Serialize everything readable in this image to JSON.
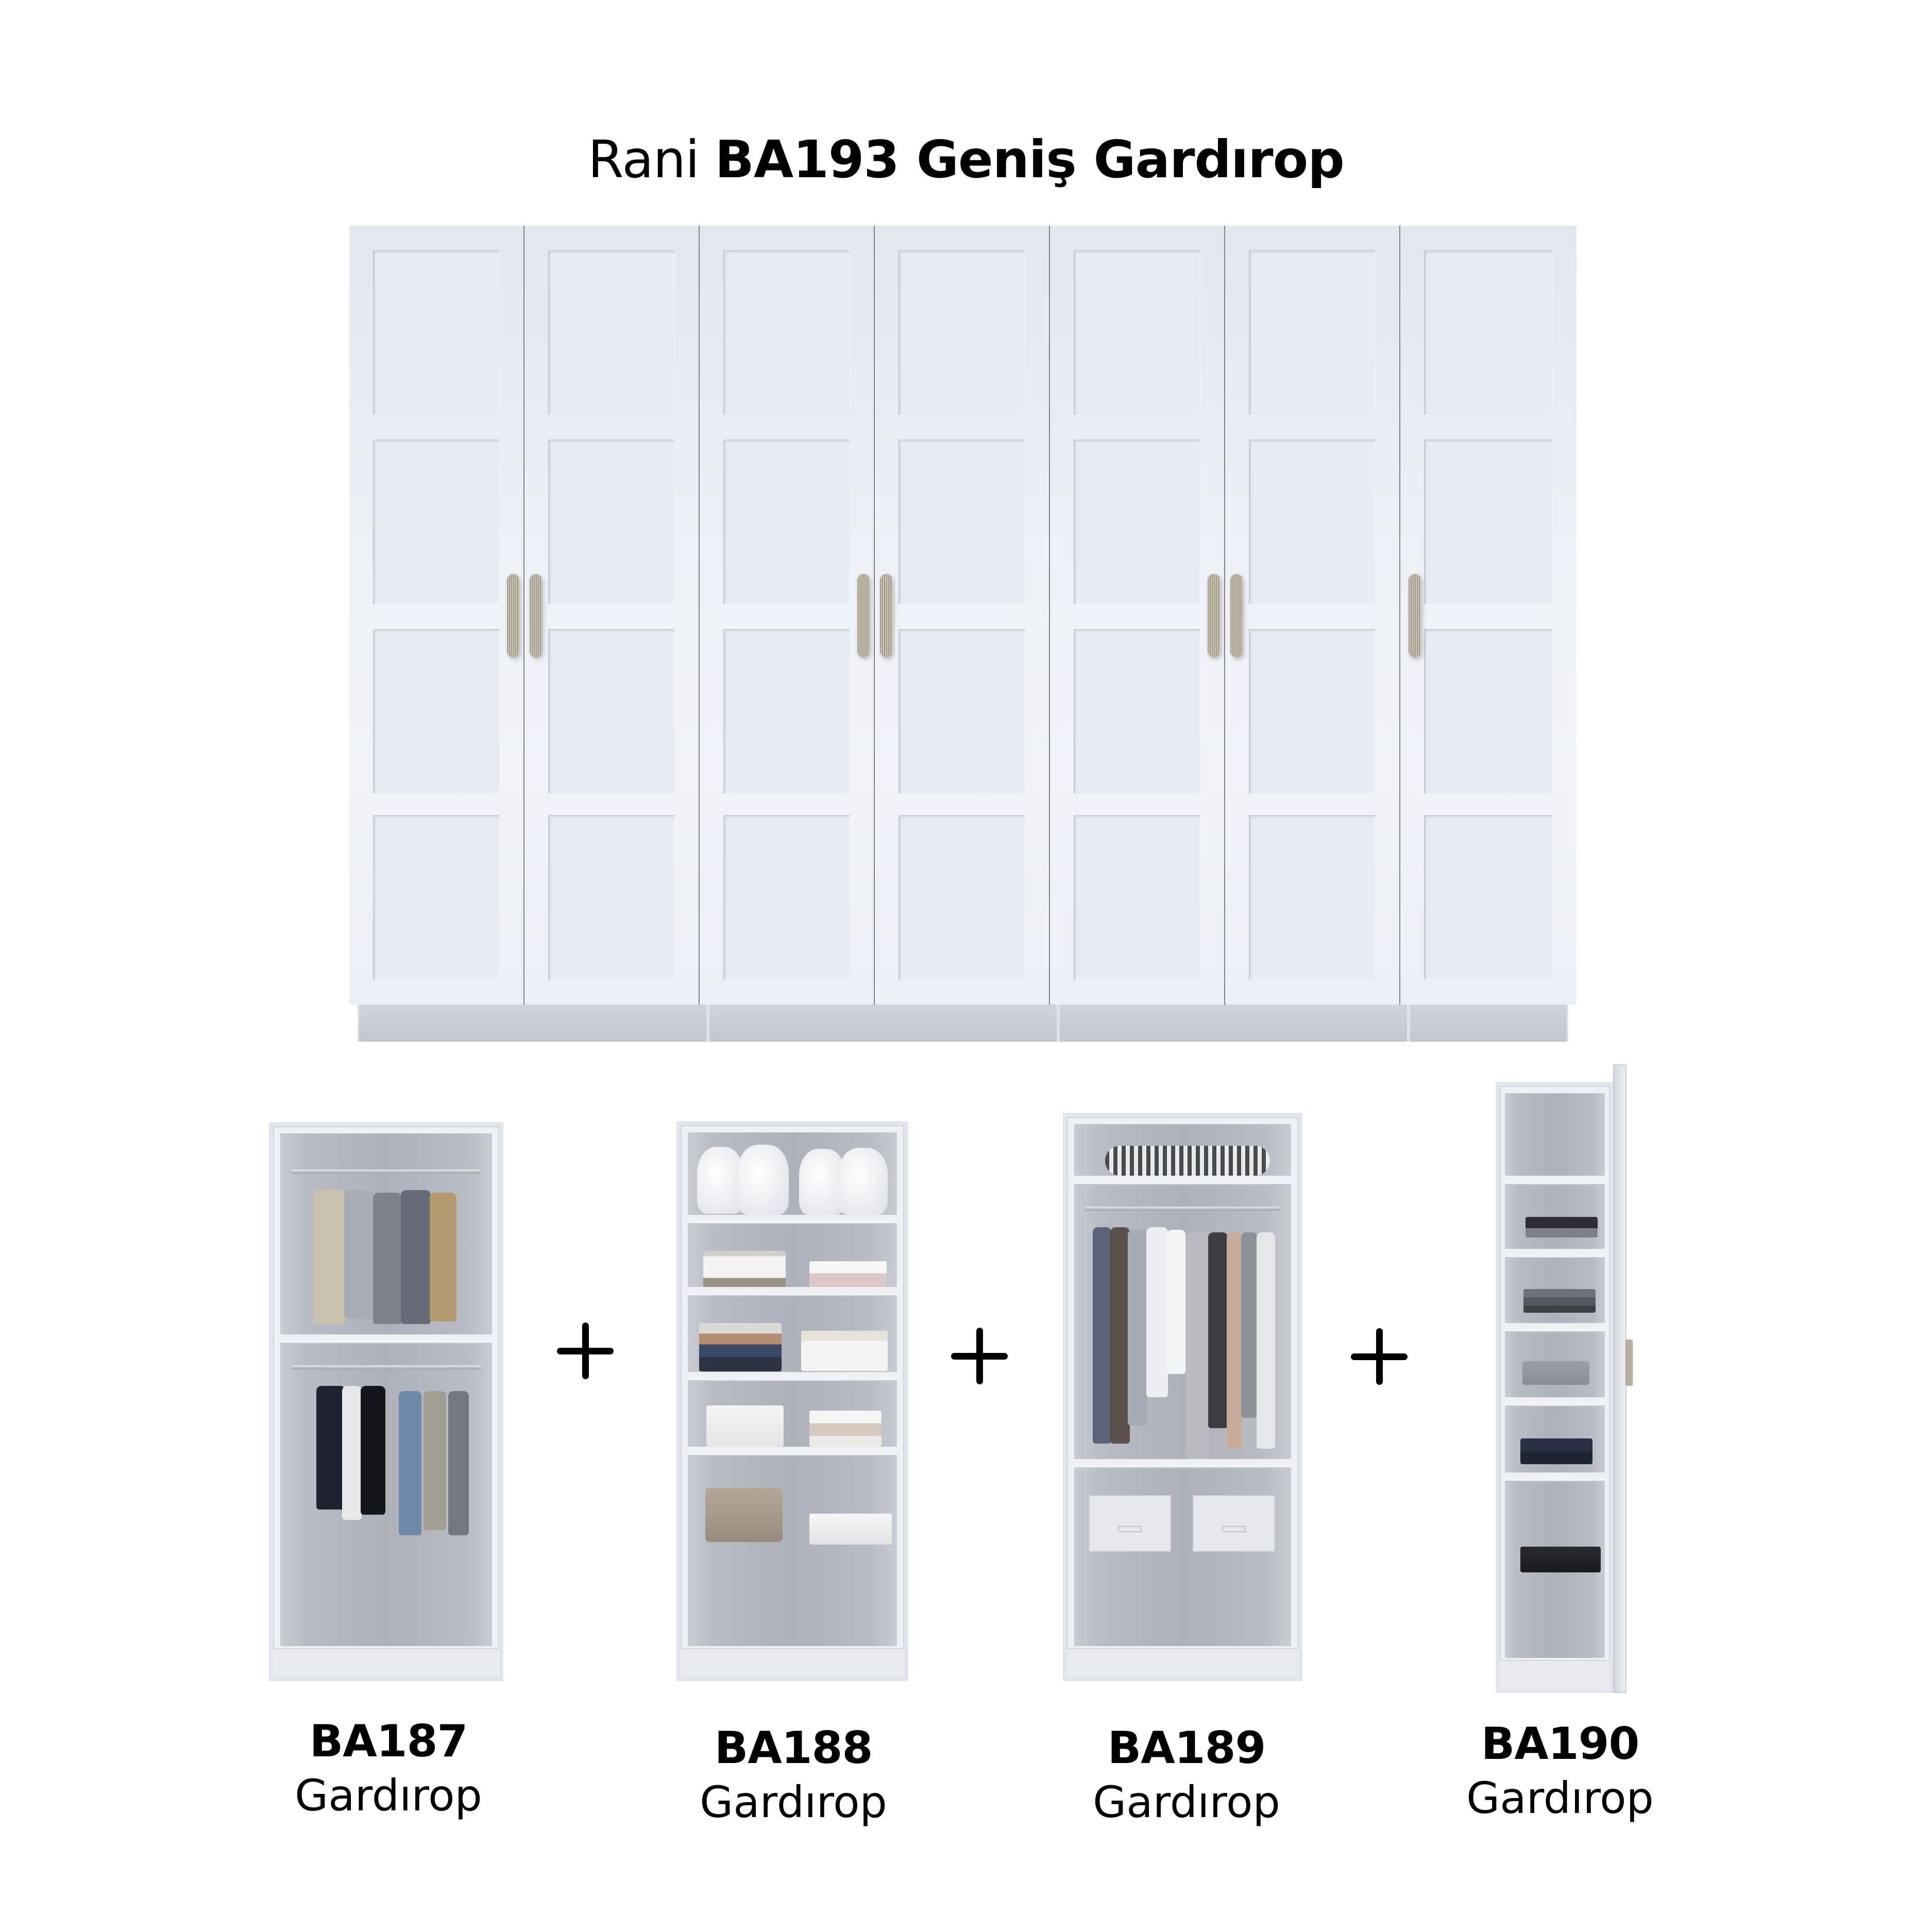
{
  "title": {
    "prefix": "Rani",
    "main": "BA193 Geniş Gardırop"
  },
  "main_wardrobe": {
    "door_count": 7,
    "panels_per_door": 4,
    "handle_color": "#b4ad9c",
    "finish_color": "#eceff5"
  },
  "operator": "+",
  "units": [
    {
      "code": "BA187",
      "type": "Gardırop",
      "layout": "two-rail hanging"
    },
    {
      "code": "BA188",
      "type": "Gardırop",
      "layout": "five shelves"
    },
    {
      "code": "BA189",
      "type": "Gardırop",
      "layout": "top shelf, rail, bottom storage"
    },
    {
      "code": "BA190",
      "type": "Gardırop",
      "layout": "narrow shelving with door"
    }
  ]
}
